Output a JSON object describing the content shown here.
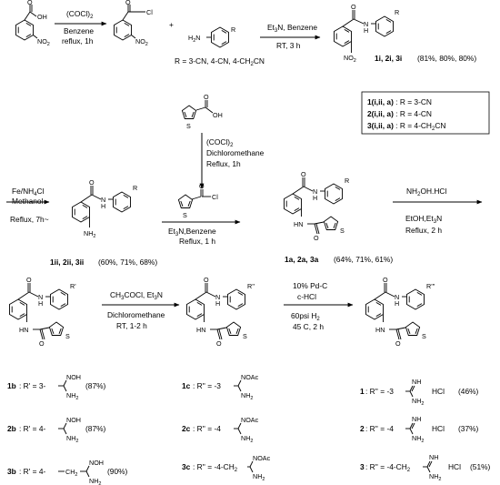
{
  "step1": {
    "reagent_top": "(COCl)",
    "reagent_top_sub": "2",
    "reagent_mid": "Benzene",
    "reagent_bot": "reflux, 1h",
    "sm_no2": "NO",
    "sm_no2_sub": "2",
    "sm_oh": "OH",
    "sm_o": "O",
    "ac_cl": "Cl",
    "ac_o": "O",
    "ac_no2": "NO",
    "ac_no2_sub": "2",
    "plus": "+",
    "aniline_h2n": "H",
    "aniline_h2n_sub": "2",
    "aniline_n": "N",
    "aniline_r": "R",
    "r_def": "R = 3-CN, 4-CN, 4-CH",
    "r_def_sub": "2",
    "r_def_end": "CN"
  },
  "step2": {
    "reagent_top": "Et",
    "reagent_top_sub": "3",
    "reagent_top_end": "N, Benzene",
    "reagent_bot": "RT, 3 h",
    "prod_o": "O",
    "prod_hn": "N",
    "prod_h": "H",
    "prod_r": "R",
    "prod_no2": "NO",
    "prod_no2_sub": "2",
    "prod_label": "1i, 2i, 3i",
    "prod_yield": "(81%, 80%, 80%)"
  },
  "legend": [
    {
      "id": "1(i,ii, a)",
      "rest": " : R = 3-CN"
    },
    {
      "id": "2(i,ii, a)",
      "rest": " : R = 4-CN"
    },
    {
      "id": "3(i,ii, a)",
      "rest": " : R = 4-CH",
      "sub": "2",
      "end": "CN"
    }
  ],
  "thiophene": {
    "o": "O",
    "oh": "OH",
    "s": "S",
    "reagent1": "(COCl)",
    "reagent1_sub": "2",
    "reagent2": "Dichloromethane",
    "reagent3": "Reflux, 1h",
    "acyl_cl": "Cl",
    "acyl_o": "O",
    "acyl_s": "S"
  },
  "step3": {
    "reagent_top": "Fe/NH",
    "reagent_top_sub": "4",
    "reagent_top_end": "Cl",
    "reagent_mid": "Methanol",
    "reagent_bot": "Reflux, 7h~",
    "o": "O",
    "hn": "N",
    "h": "H",
    "r": "R",
    "nh2": "NH",
    "nh2_sub": "2",
    "label": "1ii, 2ii, 3ii",
    "yield": "(60%, 71%, 68%)"
  },
  "step4": {
    "reagent_top": "Et",
    "reagent_top_sub": "3",
    "reagent_top_end": "N,Benzene",
    "reagent_bot": "Reflux, 1 h",
    "o": "O",
    "o2": "O",
    "hn": "N",
    "h": "H",
    "r": "R",
    "hn2": "HN",
    "s": "S",
    "label": "1a, 2a, 3a",
    "yield": "(64%, 71%, 61%)"
  },
  "step5": {
    "reagent_top": "NH",
    "reagent_top_sub": "2",
    "reagent_top_end": "OH.HCl",
    "reagent_mid": "EtOH,Et",
    "reagent_mid_sub": "3",
    "reagent_mid_end": "N",
    "reagent_bot": "Reflux, 2 h"
  },
  "step6": {
    "reagent_top": "CH",
    "reagent_top_sub": "3",
    "reagent_top_end": "COCl, Et",
    "reagent_top_sub2": "3",
    "reagent_top_end2": "N",
    "reagent_mid": "Dichloromethane",
    "reagent_bot": "RT, 1-2 h"
  },
  "step7": {
    "reagent_1": "10% Pd-C",
    "reagent_2": "c-HCl",
    "reagent_3": "60psi H",
    "reagent_3_sub": "2",
    "reagent_4": "45 C, 2 h"
  },
  "row3_struct": {
    "o": "O",
    "hn": "N",
    "h": "H",
    "hn2": "HN",
    "s": "S",
    "r1": "R'",
    "r2": "R''",
    "r3": "R'''",
    "o2": "O"
  },
  "amidoximes": [
    {
      "id": "1b",
      "prefix": ": R' = 3-",
      "top": "NOH",
      "bot": "NH",
      "bot_sub": "2",
      "yield": "(87%)"
    },
    {
      "id": "2b",
      "prefix": ": R' = 4-",
      "top": "NOH",
      "bot": "NH",
      "bot_sub": "2",
      "yield": "(87%)"
    },
    {
      "id": "3b",
      "prefix": ": R' = 4-",
      "chain": "CH",
      "chain_sub": "2",
      "top": "NOH",
      "bot": "NH",
      "bot_sub": "2",
      "yield": "(90%)"
    }
  ],
  "acetyl": [
    {
      "id": "1c",
      "prefix": ": R'' = -3",
      "top": "NOAc",
      "bot": "NH",
      "bot_sub": "2"
    },
    {
      "id": "2c",
      "prefix": ": R'' = -4",
      "top": "NOAc",
      "bot": "NH",
      "bot_sub": "2"
    },
    {
      "id": "3c",
      "prefix": ": R'' = -4-CH",
      "prefix_sub": "2",
      "top": "NOAc",
      "bot": "NH",
      "bot_sub": "2"
    }
  ],
  "amidines": [
    {
      "id": "1",
      "prefix": ": R'' = -3",
      "top": "NH",
      "bot": "NH",
      "bot_sub": "2",
      "salt": "HCl",
      "yield": "(46%)"
    },
    {
      "id": "2",
      "prefix": ": R'' = -4",
      "top": "NH",
      "bot": "NH",
      "bot_sub": "2",
      "salt": "HCl",
      "yield": "(37%)"
    },
    {
      "id": "3",
      "prefix": ": R'' = -4-CH",
      "prefix_sub": "2",
      "top": "NH",
      "bot": "NH",
      "bot_sub": "2",
      "salt": "HCl",
      "yield": "(51%)"
    }
  ]
}
